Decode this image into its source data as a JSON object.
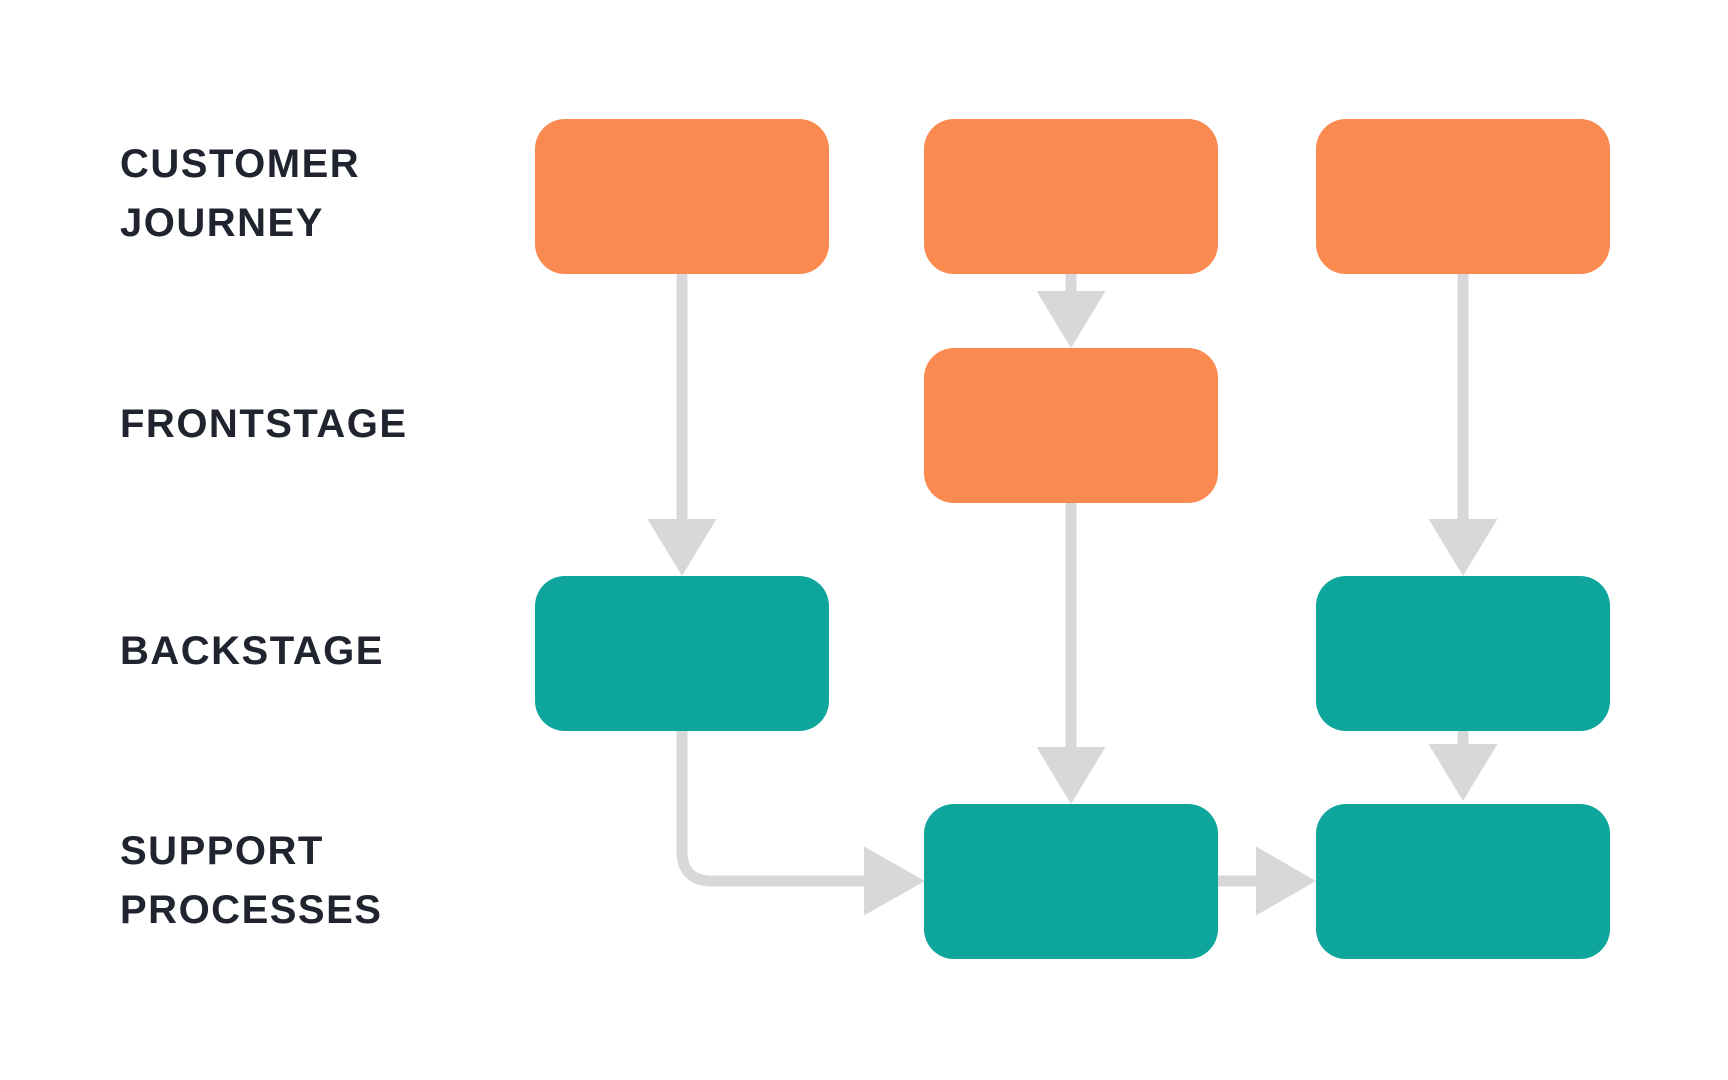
{
  "diagram": {
    "type": "service-blueprint-flow",
    "lanes": [
      {
        "id": "customer-journey",
        "label": "CUSTOMER JOURNEY"
      },
      {
        "id": "frontstage",
        "label": "FRONTSTAGE"
      },
      {
        "id": "backstage",
        "label": "BACKSTAGE"
      },
      {
        "id": "support-processes",
        "label": "SUPPORT PROCESSES"
      }
    ],
    "colors": {
      "customer_facing": "#FB8A50",
      "internal": "#0EA59D",
      "arrow": "#D8D8DA",
      "label_text": "#20242F",
      "background": "#FFFFFF"
    },
    "nodes": [
      {
        "id": "cj-step-1",
        "lane": "customer-journey",
        "column": 1,
        "color_role": "customer_facing"
      },
      {
        "id": "cj-step-2",
        "lane": "customer-journey",
        "column": 2,
        "color_role": "customer_facing"
      },
      {
        "id": "cj-step-3",
        "lane": "customer-journey",
        "column": 3,
        "color_role": "customer_facing"
      },
      {
        "id": "frontstage-step",
        "lane": "frontstage",
        "column": 2,
        "color_role": "customer_facing"
      },
      {
        "id": "backstage-step-1",
        "lane": "backstage",
        "column": 1,
        "color_role": "internal"
      },
      {
        "id": "backstage-step-2",
        "lane": "backstage",
        "column": 3,
        "color_role": "internal"
      },
      {
        "id": "support-step-1",
        "lane": "support-processes",
        "column": 2,
        "color_role": "internal"
      },
      {
        "id": "support-step-2",
        "lane": "support-processes",
        "column": 3,
        "color_role": "internal"
      }
    ],
    "arrows": [
      {
        "from": "cj-step-1",
        "to": "backstage-step-1",
        "direction": "down"
      },
      {
        "from": "cj-step-2",
        "to": "frontstage-step",
        "direction": "down"
      },
      {
        "from": "frontstage-step",
        "to": "support-step-1",
        "direction": "down"
      },
      {
        "from": "cj-step-3",
        "to": "backstage-step-2",
        "direction": "down"
      },
      {
        "from": "backstage-step-1",
        "to": "support-step-1",
        "direction": "down-right"
      },
      {
        "from": "backstage-step-2",
        "to": "support-step-2",
        "direction": "down"
      },
      {
        "from": "support-step-1",
        "to": "support-step-2",
        "direction": "right"
      }
    ]
  }
}
